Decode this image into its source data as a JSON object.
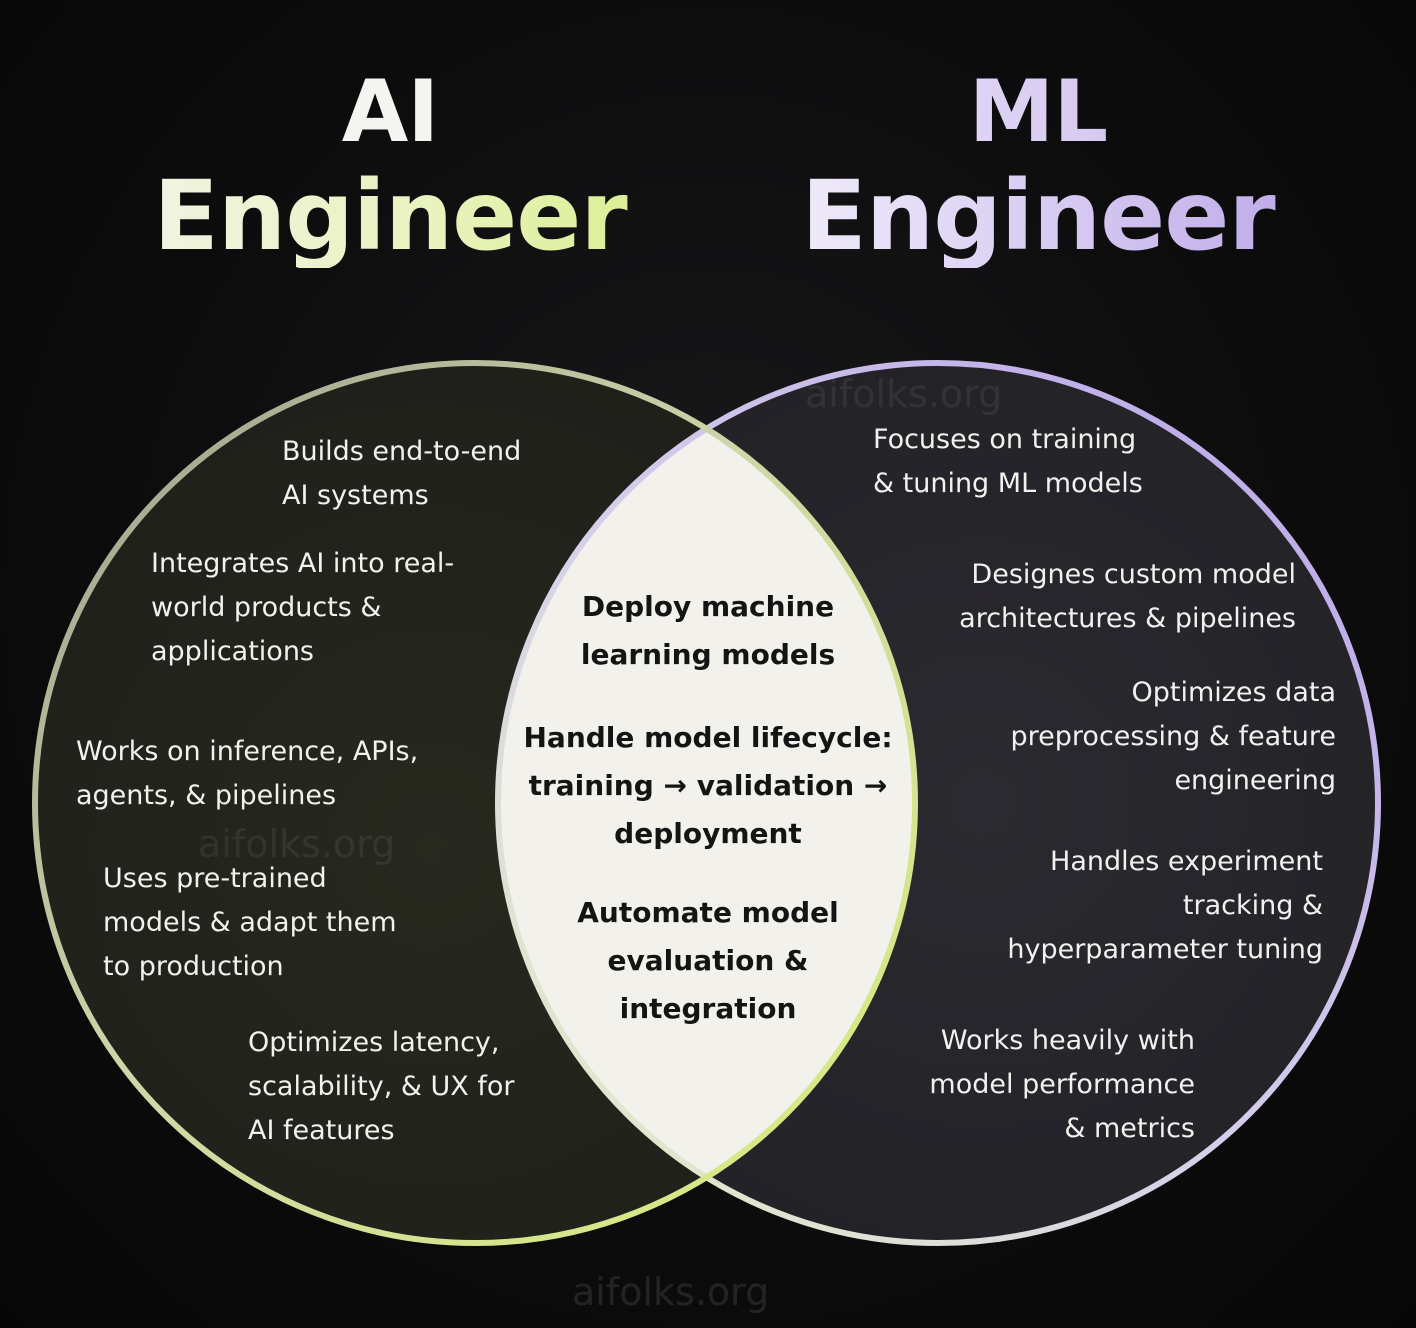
{
  "titles": {
    "ai": {
      "line1": "AI",
      "line2": "Engineer"
    },
    "ml": {
      "line1": "ML",
      "line2": "Engineer"
    }
  },
  "colors": {
    "background": "#0c0c0d",
    "ai_accent": "#d6ee8a",
    "ml_accent": "#b9a4e6",
    "overlap_fill": "#f2f1ec"
  },
  "ai_items": [
    [
      "Builds end-to-end",
      "AI systems"
    ],
    [
      "Integrates AI into real-",
      "world products &",
      "applications"
    ],
    [
      "Works on inference, APIs,",
      "agents, & pipelines"
    ],
    [
      "Uses pre-trained",
      "models & adapt them",
      "to production"
    ],
    [
      "Optimizes latency,",
      "scalability, & UX for",
      "AI features"
    ]
  ],
  "ml_items": [
    [
      "Focuses on training",
      "& tuning ML models"
    ],
    [
      "Designes custom model",
      "architectures & pipelines"
    ],
    [
      "Optimizes data",
      "preprocessing & feature",
      "engineering"
    ],
    [
      "Handles experiment",
      "tracking &",
      "hyperparameter tuning"
    ],
    [
      "Works heavily with",
      "model performance",
      "& metrics"
    ]
  ],
  "shared_items": [
    [
      "Deploy machine",
      "learning models"
    ],
    [
      "Handle model lifecycle:",
      "training → validation →",
      "deployment"
    ],
    [
      "Automate model",
      "evaluation &",
      "integration"
    ]
  ],
  "watermark": "aifolks.org"
}
